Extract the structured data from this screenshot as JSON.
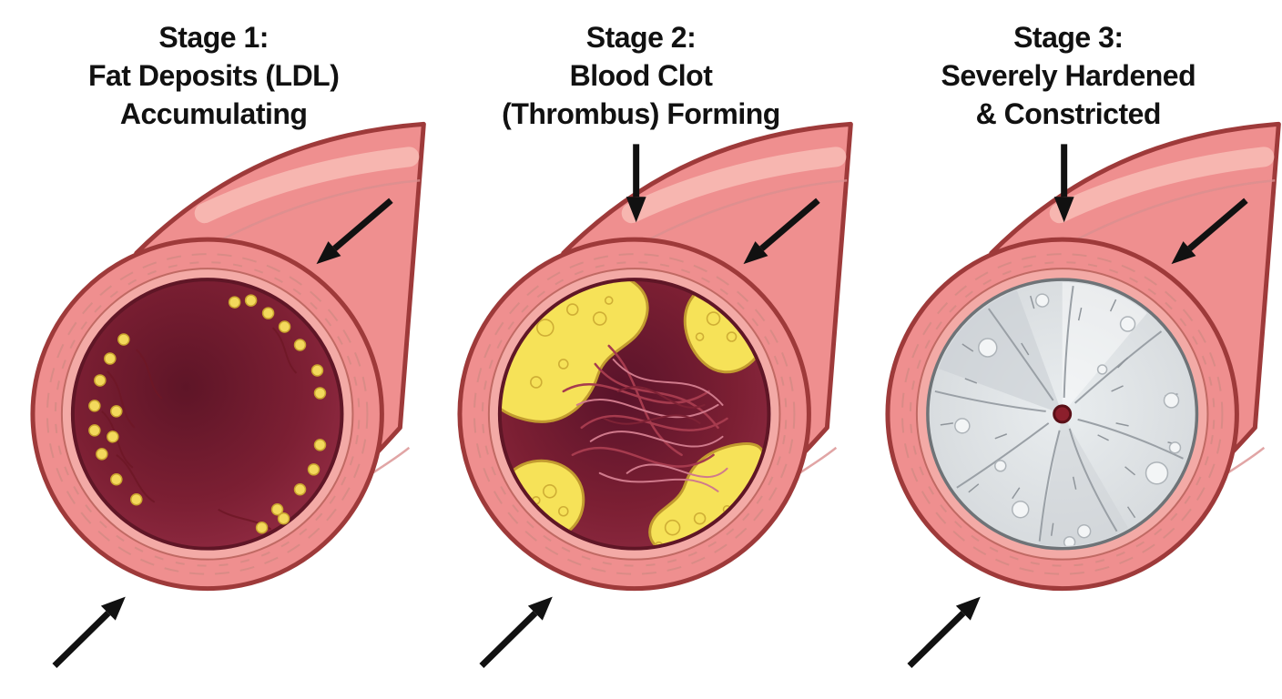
{
  "page": {
    "background": "#ffffff"
  },
  "colors": {
    "artery_pink": "#ef8f8f",
    "artery_outline": "#9e3a3a",
    "artery_highlight": "#f7bab4",
    "wall_ring": "#f3aaa6",
    "wall_texture": "#d98b86",
    "ldl_yellow": "#f3d95c",
    "ldl_outline": "#c9a42e",
    "plaque_yellow": "#f6e258",
    "plaque_outline": "#c29b2f",
    "fibrin_red": "#a63b4e",
    "hardened_gray": "#d7dbde",
    "hardened_light": "#f3f5f6",
    "arrow_black": "#111111"
  },
  "panels": [
    {
      "id": "stage-1",
      "title": "Stage 1:\nFat Deposits (LDL)\nAccumulating",
      "arrows": [
        "diagonal-arrow-top-right",
        "diagonal-arrow-bottom-left"
      ]
    },
    {
      "id": "stage-2",
      "title": "Stage 2:\nBlood Clot\n(Thrombus) Forming",
      "arrows": [
        "down-arrow-top-center",
        "diagonal-arrow-top-right",
        "diagonal-arrow-bottom-left"
      ]
    },
    {
      "id": "stage-3",
      "title": "Stage 3:\nSeverely Hardened\n& Constricted",
      "arrows": [
        "down-arrow-top-center",
        "diagonal-arrow-top-right",
        "diagonal-arrow-bottom-left"
      ]
    }
  ]
}
